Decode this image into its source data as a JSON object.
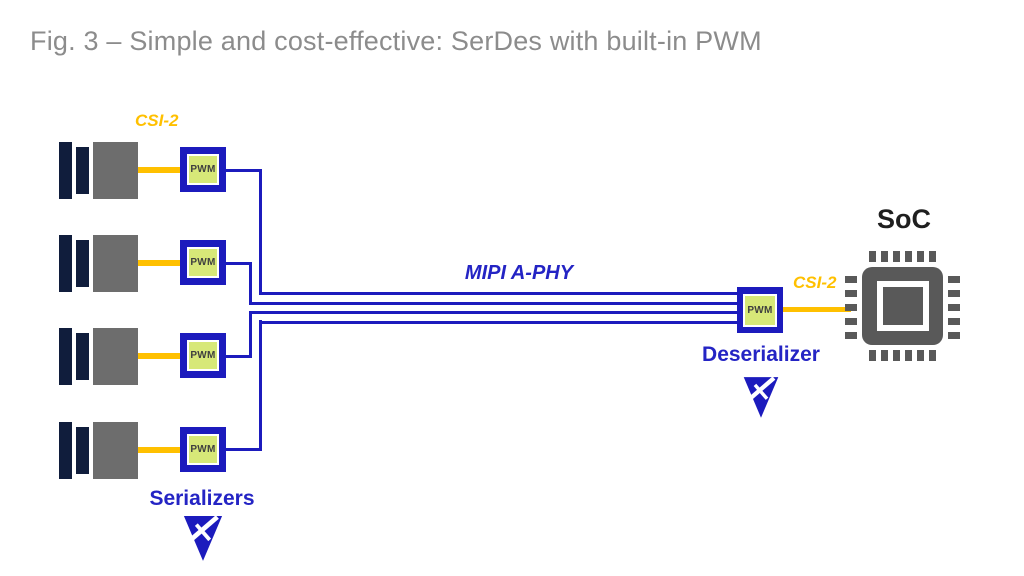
{
  "title": "Fig. 3 – Simple and cost-effective: SerDes with built-in PWM",
  "labels": {
    "csi2_left": "CSI-2",
    "csi2_right": "CSI-2",
    "mipi_aphy": "MIPI A-PHY",
    "serializers": "Serializers",
    "deserializer": "Deserializer",
    "soc": "SoC"
  },
  "serializers": {
    "items": [
      {
        "pwm_label": "PWM"
      },
      {
        "pwm_label": "PWM"
      },
      {
        "pwm_label": "PWM"
      },
      {
        "pwm_label": "PWM"
      }
    ]
  },
  "deserializer": {
    "pwm_label": "PWM"
  },
  "icons": {
    "camera": "camera-icon",
    "soc_chip": "soc-chip-icon",
    "vendor_logo": "valens-arrow-logo-icon"
  },
  "colors": {
    "blue": "#1c1bbd",
    "text_blue": "#2424c4",
    "green": "#d7e878",
    "yellow": "#ffc000",
    "title_gray": "#8c8c8c",
    "camera_navy": "#101d3c",
    "camera_gray": "#6d6d6d",
    "chip_gray": "#595959"
  }
}
